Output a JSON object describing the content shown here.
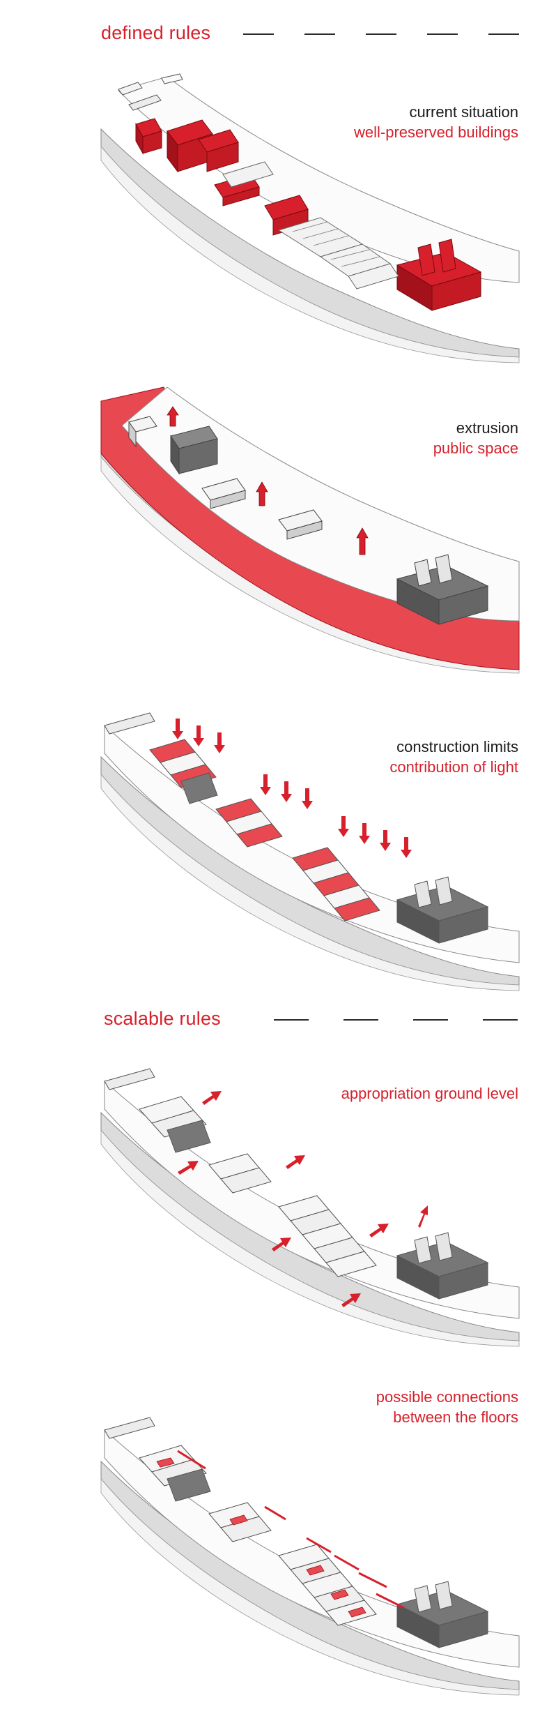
{
  "sections": {
    "defined": {
      "title": "defined rules"
    },
    "scalable": {
      "title": "scalable rules"
    }
  },
  "diagrams": [
    {
      "line1": "current situation",
      "line2": "well-preserved buildings"
    },
    {
      "line1": "extrusion",
      "line2": "public space"
    },
    {
      "line1": "construction limits",
      "line2": "contribution of light"
    },
    {
      "line1": "",
      "line2": "appropriation ground level"
    },
    {
      "line1": "",
      "line2": "possible connections",
      "line3": "between the floors"
    }
  ],
  "colors": {
    "accent": "#d7202b",
    "accent_fill": "#e8484f",
    "dark_block": "#6a6a6a",
    "light_block": "#f2f2f2",
    "street": "#d9d9d9"
  }
}
